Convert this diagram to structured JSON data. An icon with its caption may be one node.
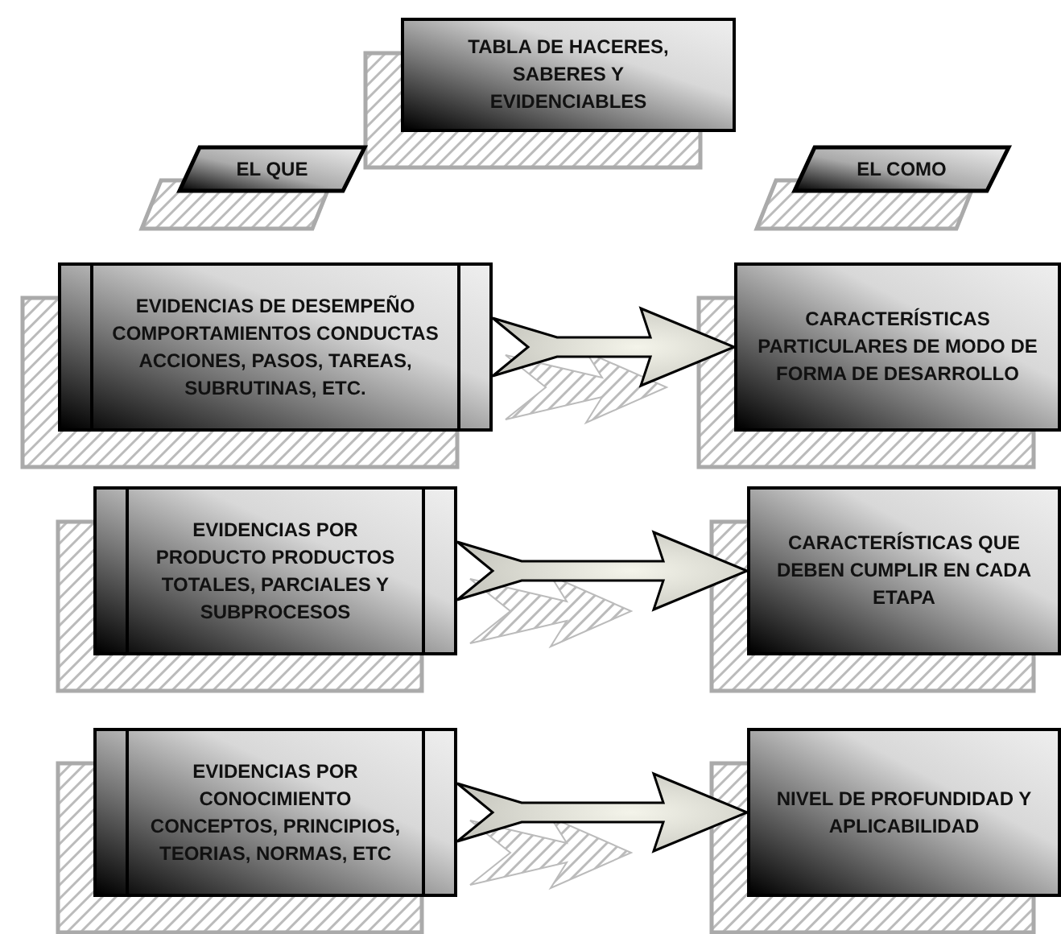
{
  "diagram": {
    "nodes": [
      {
        "text": [
          "TABLA DE HACERES, SABERES Y EVIDENCIABLES"
        ]
      },
      {
        "text": [
          "EL QUE"
        ]
      },
      {
        "text": [
          "EL COMO"
        ]
      },
      {
        "text": [
          "EVIDENCIAS DE DESEMPEÑO COMPORTAMIENTOS CONDUCTAS ACCIONES, PASOS, TAREAS, SUBRUTINAS, ETC."
        ]
      },
      {
        "text": [
          "EVIDENCIAS POR PRODUCTO PRODUCTOS TOTALES, PARCIALES Y SUBPROCESOS"
        ]
      },
      {
        "text": [
          "EVIDENCIAS POR CONOCIMIENTO CONCEPTOS, PRINCIPIOS, TEORIAS, NORMAS, ETC"
        ]
      },
      {
        "text": [
          "CARACTERÍSTICAS PARTICULARES DE MODO DE FORMA DE DESARROLLO"
        ]
      },
      {
        "text": [
          "CARACTERÍSTICAS QUE DEBEN CUMPLIR EN CADA ETAPA"
        ]
      },
      {
        "text": [
          "NIVEL DE PROFUNDIDAD Y APLICABILIDAD"
        ]
      }
    ],
    "edges": [
      {
        "from": 3,
        "to": 6,
        "arrow": "to"
      },
      {
        "from": 4,
        "to": 7,
        "arrow": "to"
      },
      {
        "from": 5,
        "to": 8,
        "arrow": "to"
      }
    ]
  }
}
